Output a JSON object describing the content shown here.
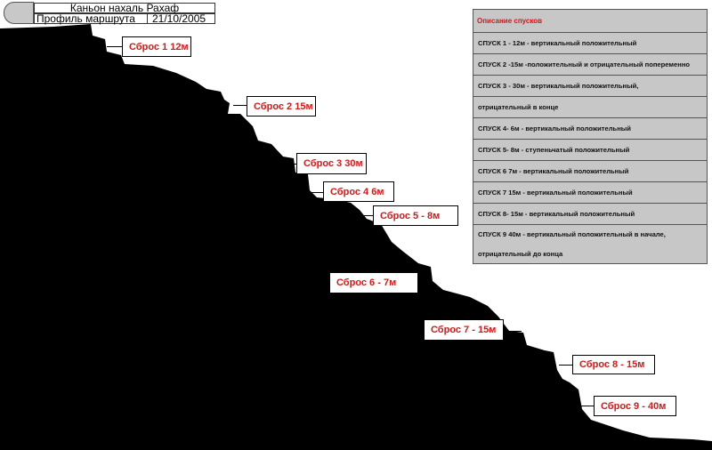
{
  "header": {
    "title": "Каньон нахаль Рахаф",
    "subtitle": "Профиль маршрута",
    "date": "21/10/2005"
  },
  "drops": [
    "Сброс 1 12м",
    "Сброс 2 15м",
    "Сброс 3 30м",
    "Сброс 4 6м",
    "Сброс 5 -  8м",
    "Сброс 6 -  7м",
    "Сброс 7 - 15м",
    "Сброс 8 - 15м",
    "Сброс 9 - 40м"
  ],
  "legend": {
    "heading": "Описание спусков",
    "rows": [
      "СПУСК 1 - 12м - вертикальный положительный",
      "СПУСК 2 -15м -положительный и отрицательный попеременно",
      " СПУСК 3 - 30м -  вертикальный положительный,",
      "отрицательный в конце",
      "СПУСК 4- 6м - вертикальный положительный",
      "СПУСК 5- 8м - ступеньчатый положительный",
      "СПУСК 6  7м - вертикальный положительный",
      "СПУСК 7  15м - вертикальный положительный",
      "СПУСК 8- 15м - вертикальный положительный",
      "СПУСК 9 40м - вертикальный положительный в начале,",
      "отрицательный до конца"
    ]
  },
  "colors": {
    "terrain": "#000000",
    "label_text": "#d11a1a",
    "panel_bg": "#c7c7c7"
  }
}
